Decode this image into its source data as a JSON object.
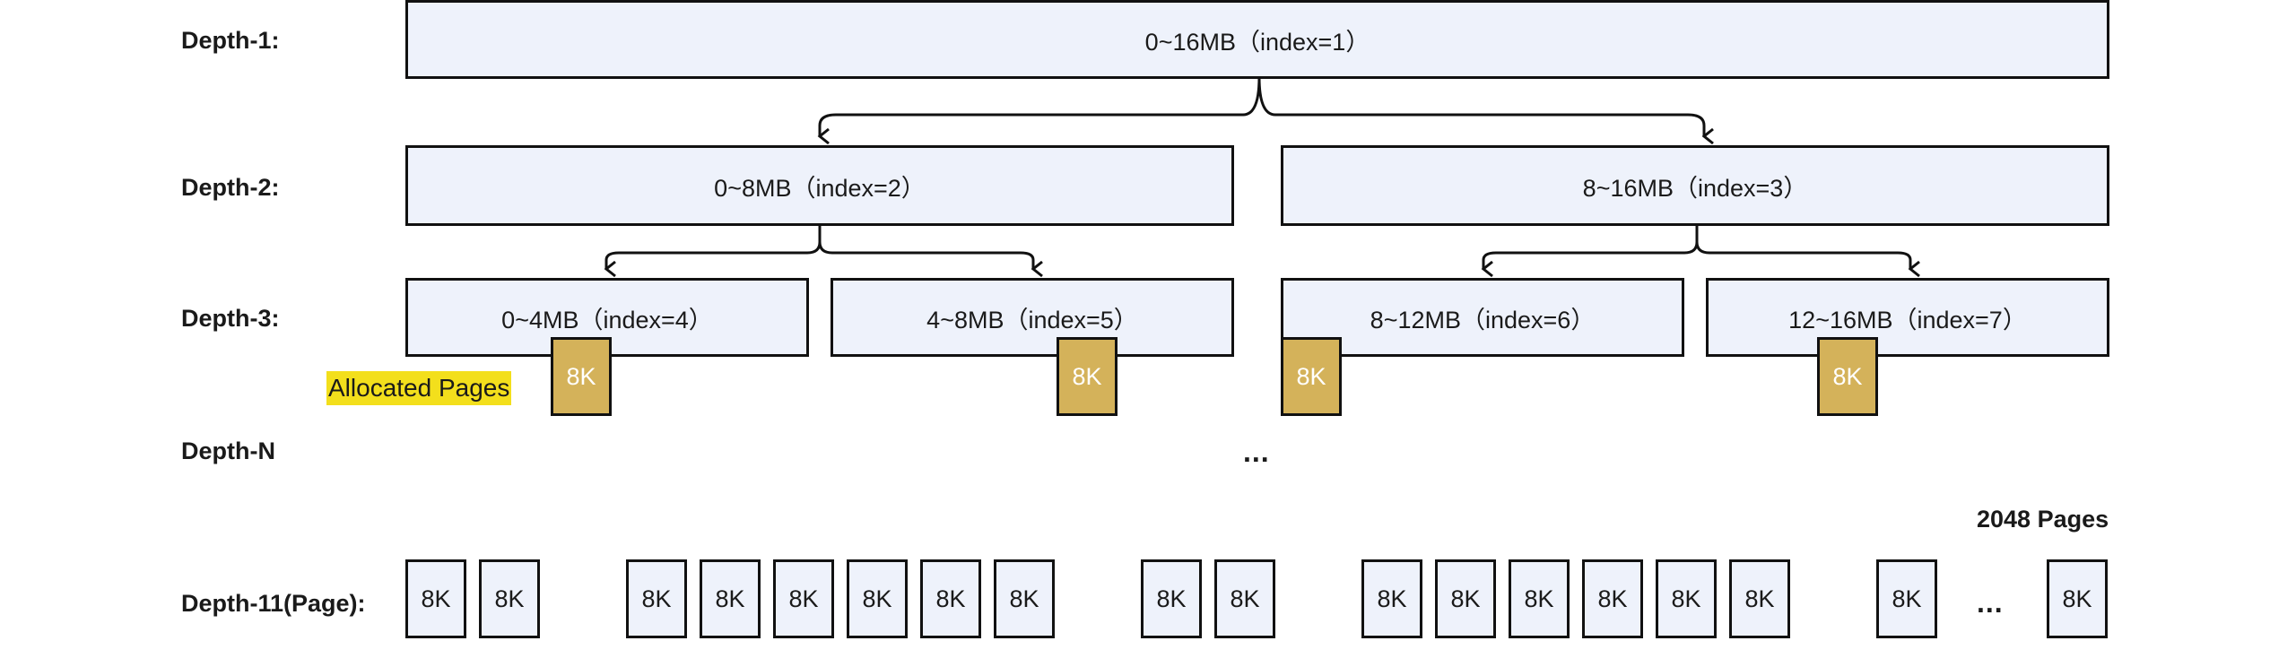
{
  "depths": {
    "d1": "Depth-1:",
    "d2": "Depth-2:",
    "d3": "Depth-3:",
    "dn": "Depth-N",
    "d11": "Depth-11(Page):"
  },
  "nodes": {
    "n1": "0~16MB（index=1）",
    "n2": "0~8MB（index=2）",
    "n3": "8~16MB（index=3）",
    "n4": "0~4MB（index=4）",
    "n5": "4~8MB（index=5）",
    "n6": "8~12MB（index=6）",
    "n7": "12~16MB（index=7）"
  },
  "allocated_label": "Allocated Pages",
  "page_label": "8K",
  "ellipsis": "...",
  "pages_note": "2048 Pages",
  "colors": {
    "node_fill": "#eef2fb",
    "allocated_fill": "#d4b25a",
    "highlight": "#f3df1c",
    "stroke": "#111111"
  }
}
